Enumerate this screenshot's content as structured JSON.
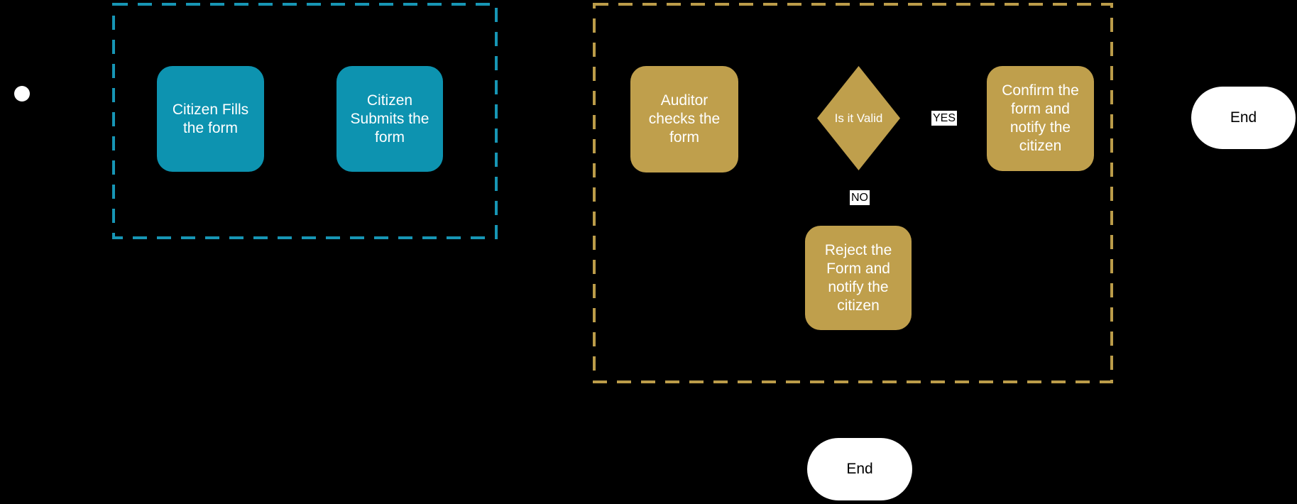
{
  "diagram": {
    "type": "flowchart-swimlanes",
    "background": "#000000"
  },
  "colors": {
    "background": "#000000",
    "teal_fill": "#0D93B0",
    "teal_border": "#1796B5",
    "gold_fill": "#BF9F4C",
    "gold_border": "#BB9C49",
    "node_text": "#FFFFFF",
    "end_fill": "#FFFFFF",
    "end_text": "#000000",
    "edge_label_bg": "#FFFFFF",
    "edge_label_text": "#000000"
  },
  "lanes": [
    {
      "id": "citizen-lane",
      "border_color": "#1796B5"
    },
    {
      "id": "auditor-lane",
      "border_color": "#BB9C49"
    }
  ],
  "nodes": {
    "start": {
      "shape": "circle",
      "label": ""
    },
    "fills": {
      "shape": "rounded-rect",
      "label": "Citizen Fills\nthe form"
    },
    "submits": {
      "shape": "rounded-rect",
      "label": "Citizen\nSubmits the\nform"
    },
    "auditor": {
      "shape": "rounded-rect",
      "label": "Auditor\nchecks the\nform"
    },
    "decision": {
      "shape": "diamond",
      "label": "Is it Valid"
    },
    "confirm": {
      "shape": "rounded-rect",
      "label": "Confirm the\nform and\nnotify the\ncitizen"
    },
    "reject": {
      "shape": "rounded-rect",
      "label": "Reject the\nForm and\nnotify the\ncitizen"
    },
    "end_right": {
      "shape": "pill",
      "label": "End"
    },
    "end_bottom": {
      "shape": "pill",
      "label": "End"
    }
  },
  "edge_labels": {
    "yes": "YES",
    "no": "NO"
  }
}
